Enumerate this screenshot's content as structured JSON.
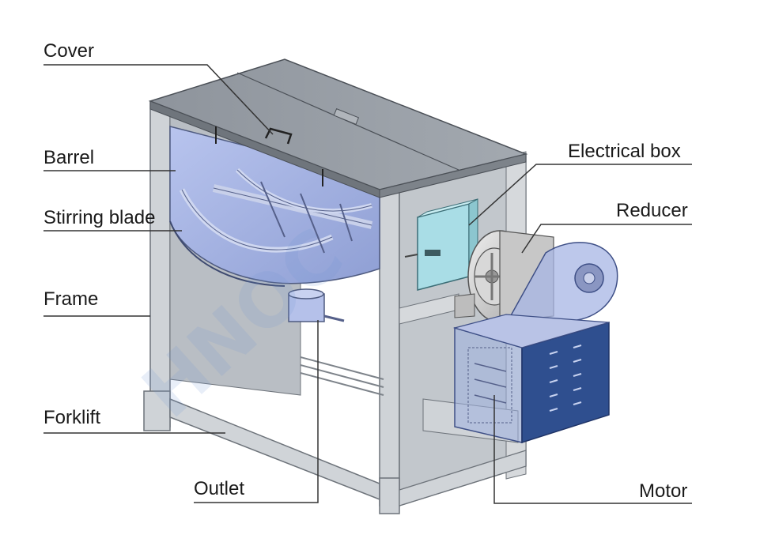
{
  "labels": {
    "cover": "Cover",
    "barrel": "Barrel",
    "stirring_blade": "Stirring blade",
    "frame": "Frame",
    "forklift": "Forklift",
    "outlet": "Outlet",
    "electrical_box": "Electrical box",
    "reducer": "Reducer",
    "motor": "Motor"
  },
  "watermark": "HNOC",
  "colors": {
    "frame": "#c9cdd1",
    "barrel": "#a9b8e6",
    "cover": "#9aa0a8",
    "electrical_box": "#a9dde6",
    "motor_panel": "#2f4f8f",
    "leader": "#333333"
  }
}
